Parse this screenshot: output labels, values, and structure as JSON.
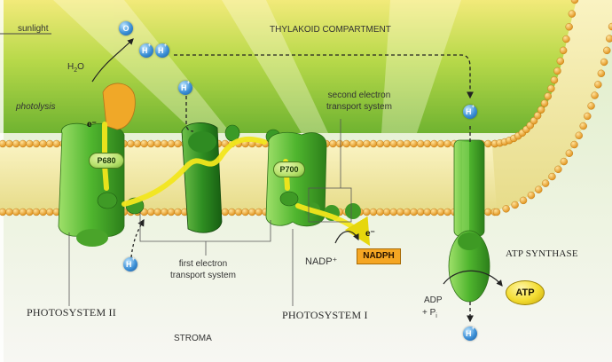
{
  "labels": {
    "sunlight": "sunlight",
    "thylakoid_compartment": "THYLAKOID COMPARTMENT",
    "water_base": "H",
    "water_sub": "2",
    "water_tail": "O",
    "photolysis": "photolysis",
    "electron_a": "e⁻",
    "electron_b": "e⁻",
    "p680": "P680",
    "p700": "P700",
    "second_ets": "second electron\ntransport system",
    "first_ets": "first electron\ntransport system",
    "nadp_plus": "NADP⁺",
    "nadph": "NADPH",
    "atp_synthase": "ATP SYNTHASE",
    "atp": "ATP",
    "adp": "ADP",
    "pi_base": "+ P",
    "pi_sub": "i",
    "photosystem_ii": "PHOTOSYSTEM II",
    "photosystem_i": "PHOTOSYSTEM I",
    "stroma": "STROMA",
    "oxygen": "O",
    "hydrogen_ion_base": "H",
    "hydrogen_ion_charge": "+"
  },
  "colors": {
    "membrane_head": "#f0a42a",
    "protein_green": "#5fbf3a",
    "electron_path": "#f2e61c",
    "ion_blue": "#3b8fd6",
    "nadph_box": "#f5a623",
    "atp_yellow": "#f3dc2f"
  }
}
